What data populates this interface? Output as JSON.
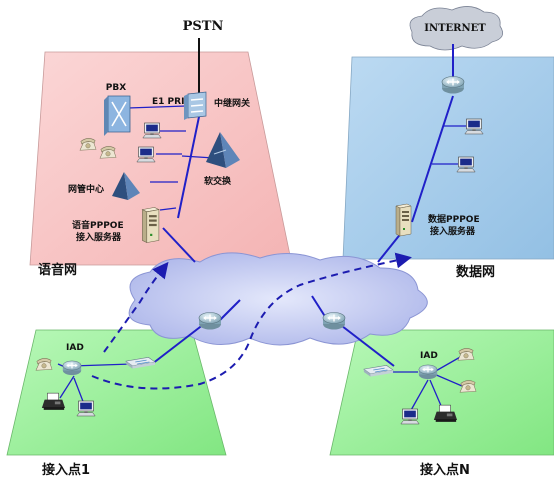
{
  "labels": {
    "pstn": "PSTN",
    "internet": "INTERNET",
    "pbx": "PBX",
    "e1pri": "E1 PRI",
    "trunk_gateway": "中继网关",
    "network_mgmt": "网管中心",
    "softswitch": "软交换",
    "voice_pppoe_line1": "语音PPPOE",
    "voice_pppoe_line2": "接入服务器",
    "data_pppoe_line1": "数据PPPOE",
    "data_pppoe_line2": "接入服务器",
    "voice_network": "语音网",
    "data_network": "数据网",
    "iad_left": "IAD",
    "iad_right": "IAD",
    "access_point_1": "接入点1",
    "access_point_n": "接入点N"
  },
  "colors": {
    "voice_zone": "#f8c4c4",
    "data_zone": "#a8cdea",
    "access_zone": "#9ef09e",
    "cloud": "#c6cdf2",
    "link": "#2020c8"
  },
  "icons": [
    "router-icon",
    "switch-icon",
    "server-icon",
    "phone-icon",
    "computer-icon",
    "fax-icon",
    "gateway-icon",
    "pyramid-icon",
    "cloud-icon"
  ]
}
